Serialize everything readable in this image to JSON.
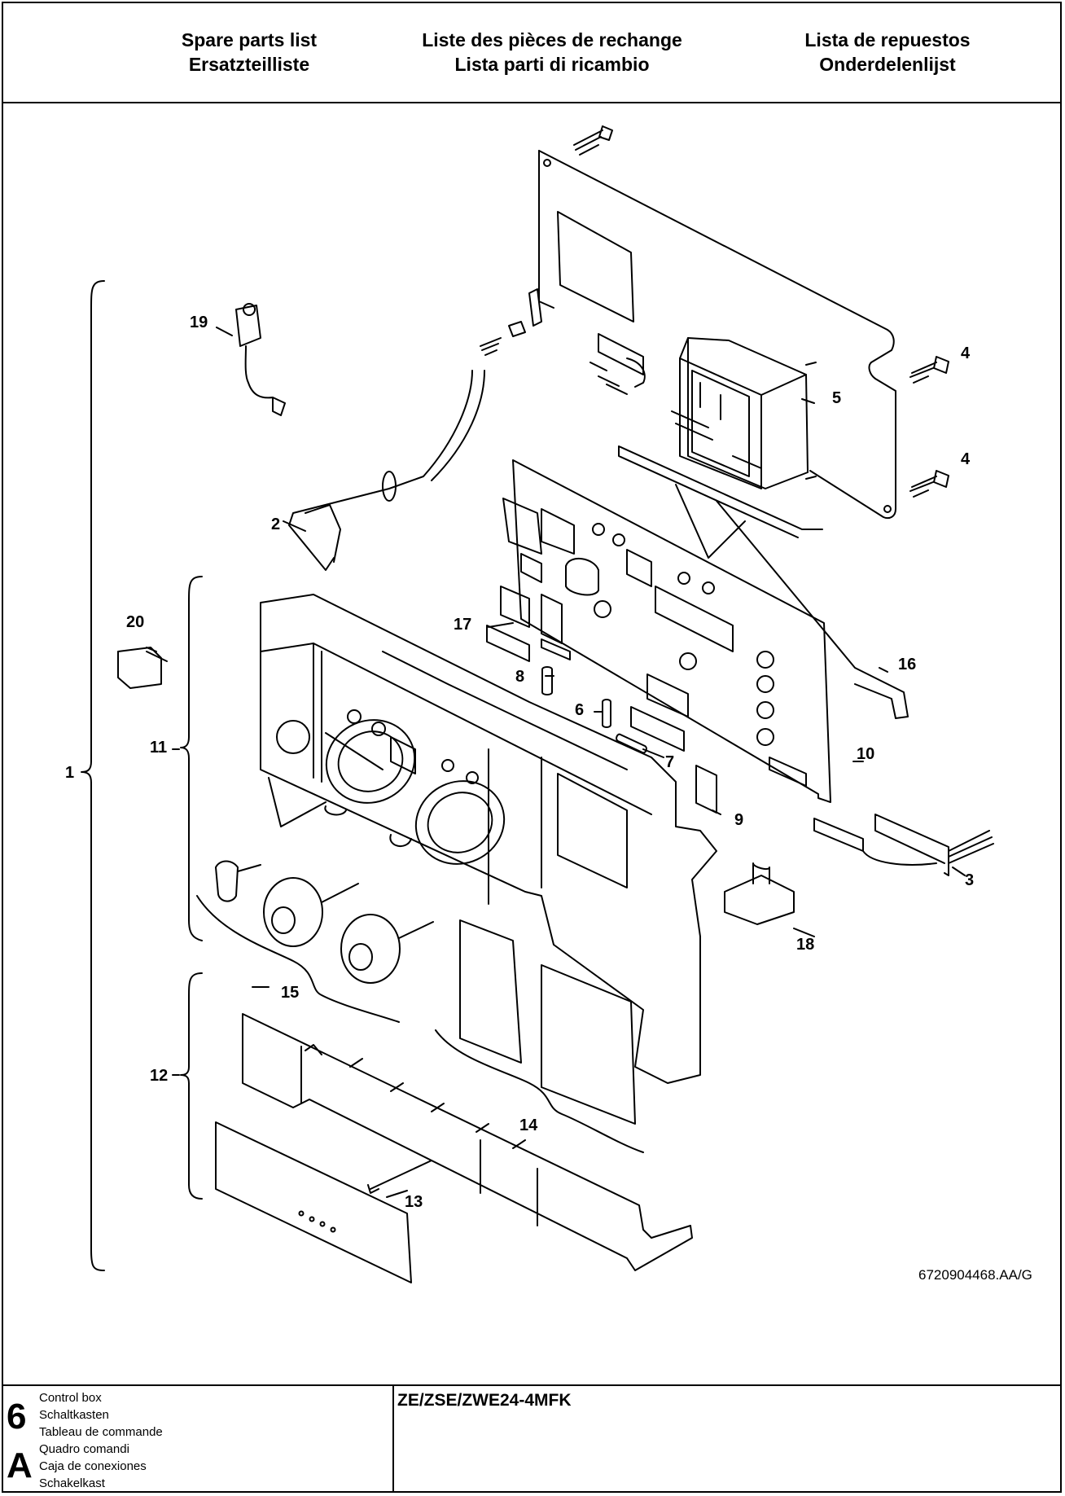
{
  "header": {
    "col1": {
      "line1": "Spare parts list",
      "line2": "Ersatzteilliste"
    },
    "col2": {
      "line1": "Liste des pièces de rechange",
      "line2": "Lista parti di ricambio"
    },
    "col3": {
      "line1": "Lista de repuestos",
      "line2": "Onderdelenlijst"
    }
  },
  "callouts": {
    "c1": "1",
    "c2": "2",
    "c3": "3",
    "c4a": "4",
    "c4b": "4",
    "c5": "5",
    "c6": "6",
    "c7": "7",
    "c8": "8",
    "c9": "9",
    "c10": "10",
    "c11": "11",
    "c12": "12",
    "c13": "13",
    "c14": "14",
    "c15": "15",
    "c16": "16",
    "c17": "17",
    "c18": "18",
    "c19": "19",
    "c20": "20"
  },
  "drawing_ref": "6720904468.AA/G",
  "footer": {
    "section_number": "6",
    "section_letter": "A",
    "names": [
      "Control box",
      "Schaltkasten",
      "Tableau de commande",
      "Quadro comandi",
      "Caja de conexiones",
      "Schakelkast"
    ],
    "model": "ZE/ZSE/ZWE24-4MFK"
  }
}
